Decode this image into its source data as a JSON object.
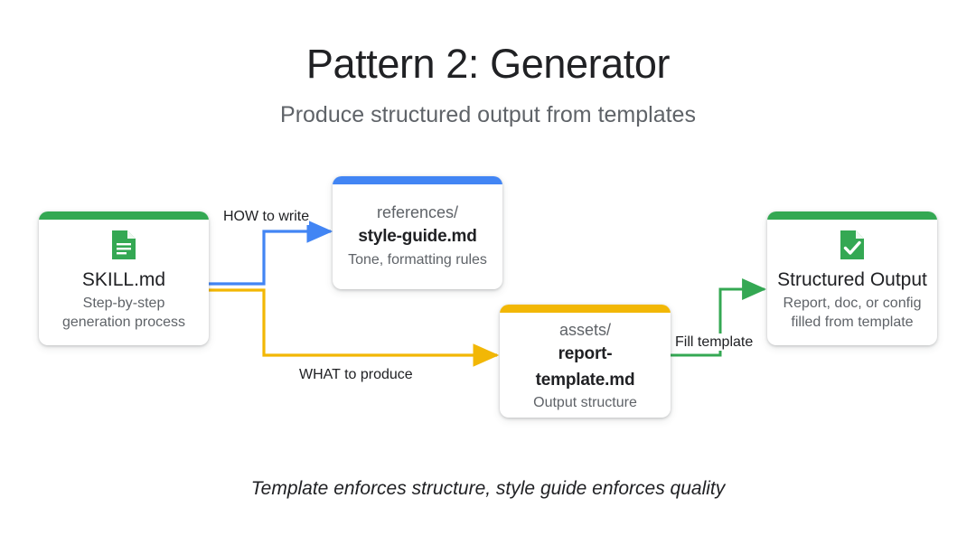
{
  "header": {
    "title": "Pattern 2: Generator",
    "subtitle": "Produce structured output from templates"
  },
  "colors": {
    "green": "#34A853",
    "blue": "#4285F4",
    "yellow": "#F2B705",
    "arrow_green": "#34A853",
    "text_dark": "#202124",
    "text_gray": "#5f6368",
    "background": "#ffffff"
  },
  "nodes": {
    "skill": {
      "accent": "#34A853",
      "icon": "document-lines-icon",
      "title": "SKILL.md",
      "desc_line1": "Step-by-step",
      "desc_line2": "generation process"
    },
    "references": {
      "accent": "#4285F4",
      "prefix": "references/",
      "filename": "style-guide.md",
      "desc": "Tone, formatting rules"
    },
    "assets": {
      "accent": "#F2B705",
      "prefix": "assets/",
      "filename": "report-template.md",
      "desc": "Output structure"
    },
    "output": {
      "accent": "#34A853",
      "icon": "document-check-icon",
      "title": "Structured Output",
      "desc_line1": "Report, doc, or config",
      "desc_line2": "filled from template"
    }
  },
  "edges": {
    "how_to_write": "HOW to write",
    "what_to_produce": "WHAT to produce",
    "fill_template": "Fill template"
  },
  "caption": "Template enforces structure, style guide enforces quality"
}
